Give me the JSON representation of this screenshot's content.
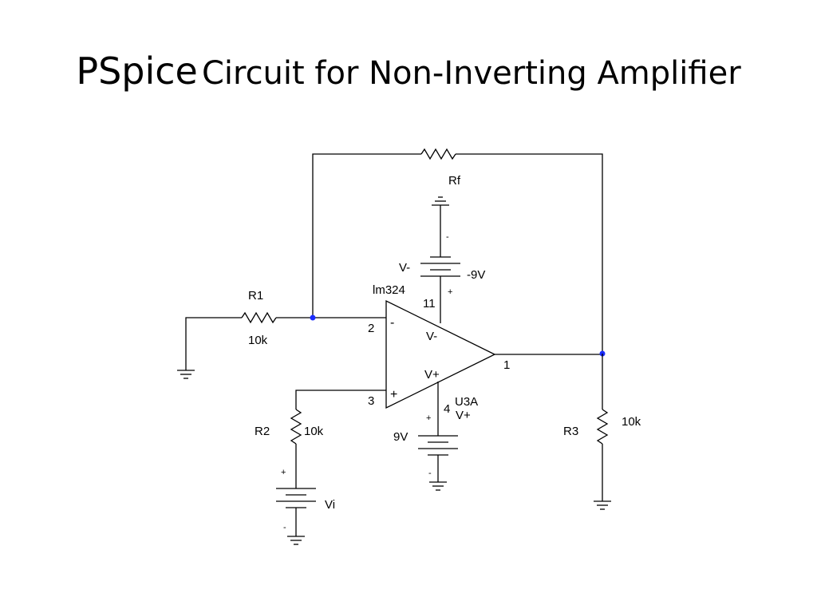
{
  "slide": {
    "title_main": "PSpice",
    "title_rest": "Circuit for Non-Inverting Amplifier"
  },
  "colors": {
    "wire": "#000000",
    "junction": "#1a2cff",
    "background": "#ffffff"
  },
  "circuit": {
    "feedback_resistor": {
      "name": "Rf"
    },
    "input_resistor": {
      "name": "R1",
      "value": "10k"
    },
    "noninv_resistor": {
      "name": "R2",
      "value": "10k"
    },
    "load_resistor": {
      "name": "R3",
      "value": "10k"
    },
    "opamp": {
      "model": "lm324",
      "part": "U3A",
      "pin_inverting": "2",
      "pin_noninverting": "3",
      "pin_output": "1",
      "pin_vminus": "11",
      "pin_vplus": "4",
      "label_vminus": "V-",
      "label_vplus": "V+",
      "sign_minus": "-",
      "sign_plus": "+"
    },
    "neg_supply": {
      "name": "V-",
      "value": "-9V",
      "plus": "+",
      "minus": "-"
    },
    "pos_supply": {
      "name": "V+",
      "value": "9V",
      "plus": "+",
      "minus": "-"
    },
    "input_source": {
      "name": "Vi",
      "plus": "+",
      "minus": "-"
    }
  }
}
